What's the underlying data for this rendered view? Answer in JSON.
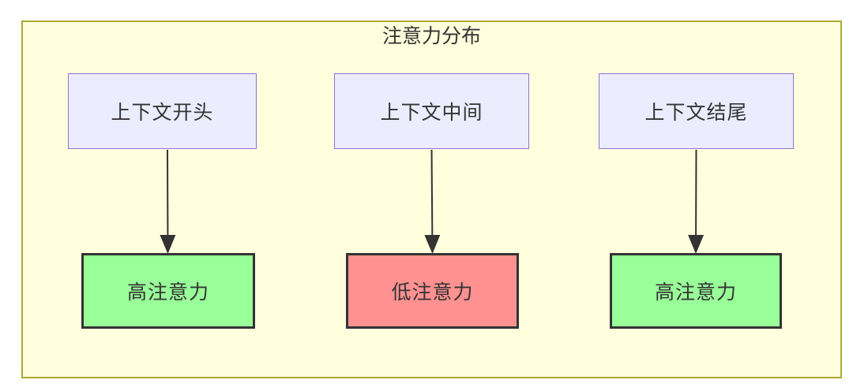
{
  "diagram": {
    "title": "注意力分布",
    "type": "flowchart",
    "nodes": {
      "sources": [
        {
          "label": "上下文开头"
        },
        {
          "label": "上下文中间"
        },
        {
          "label": "上下文结尾"
        }
      ],
      "targets": [
        {
          "label": "高注意力",
          "level": "high"
        },
        {
          "label": "低注意力",
          "level": "low"
        },
        {
          "label": "高注意力",
          "level": "high"
        }
      ]
    },
    "edges": [
      {
        "from": "上下文开头",
        "to": "高注意力"
      },
      {
        "from": "上下文中间",
        "to": "低注意力"
      },
      {
        "from": "上下文结尾",
        "to": "高注意力"
      }
    ],
    "colors": {
      "container_fill": "#ffffde",
      "container_border": "#aaaa33",
      "source_fill": "#ececff",
      "source_border": "#9370db",
      "high_attention_fill": "#99ff99",
      "low_attention_fill": "#ff9191",
      "result_border": "#333333",
      "arrow": "#333333",
      "text": "#333333"
    }
  }
}
